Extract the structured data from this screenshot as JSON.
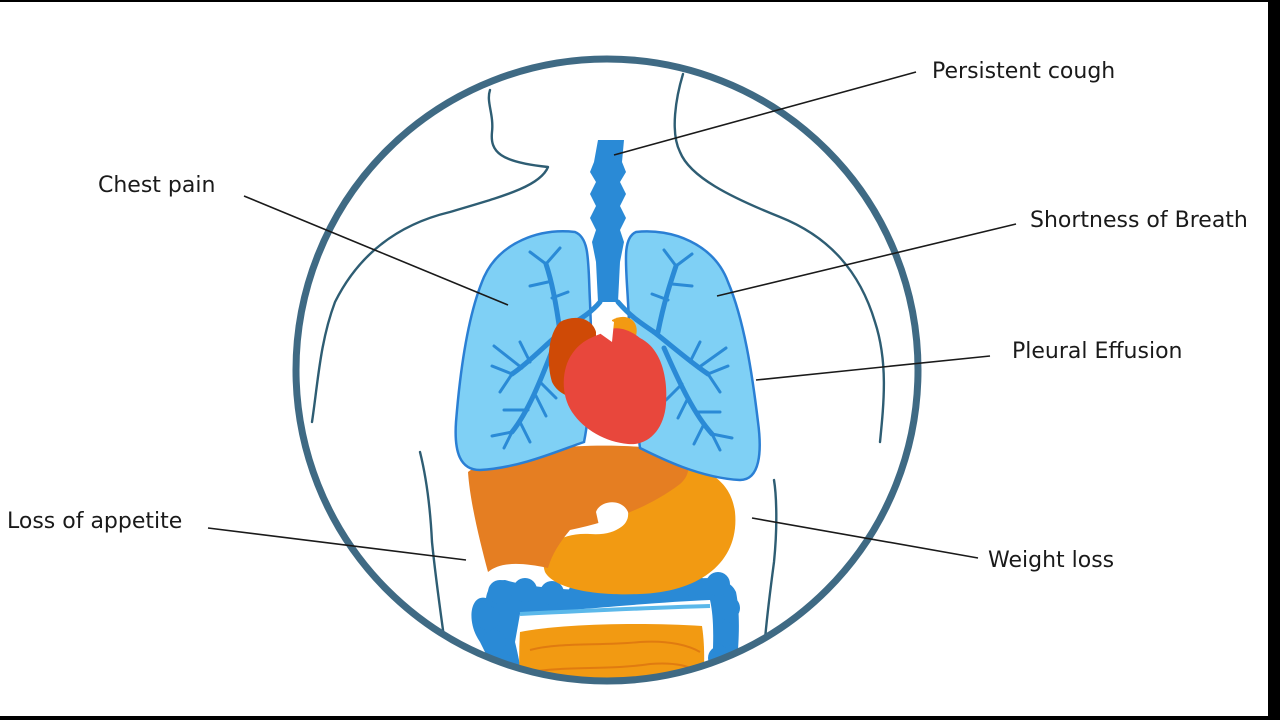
{
  "labels": {
    "persistent_cough": "Persistent cough",
    "chest_pain": "Chest pain",
    "shortness_of_breath": "Shortness of Breath",
    "pleural_effusion": "Pleural Effusion",
    "loss_of_appetite": "Loss of appetite",
    "weight_loss": "Weight loss"
  },
  "colors": {
    "ring": "#3f6a84",
    "lung_fill": "#7fd0f5",
    "airway": "#2a8ad6",
    "heart": "#e8473c",
    "heart_dark": "#cf4a06",
    "liver": "#e57e22",
    "stomach": "#f29a12",
    "intestine": "#2a8ad6",
    "small_intestine": "#f29a12"
  }
}
